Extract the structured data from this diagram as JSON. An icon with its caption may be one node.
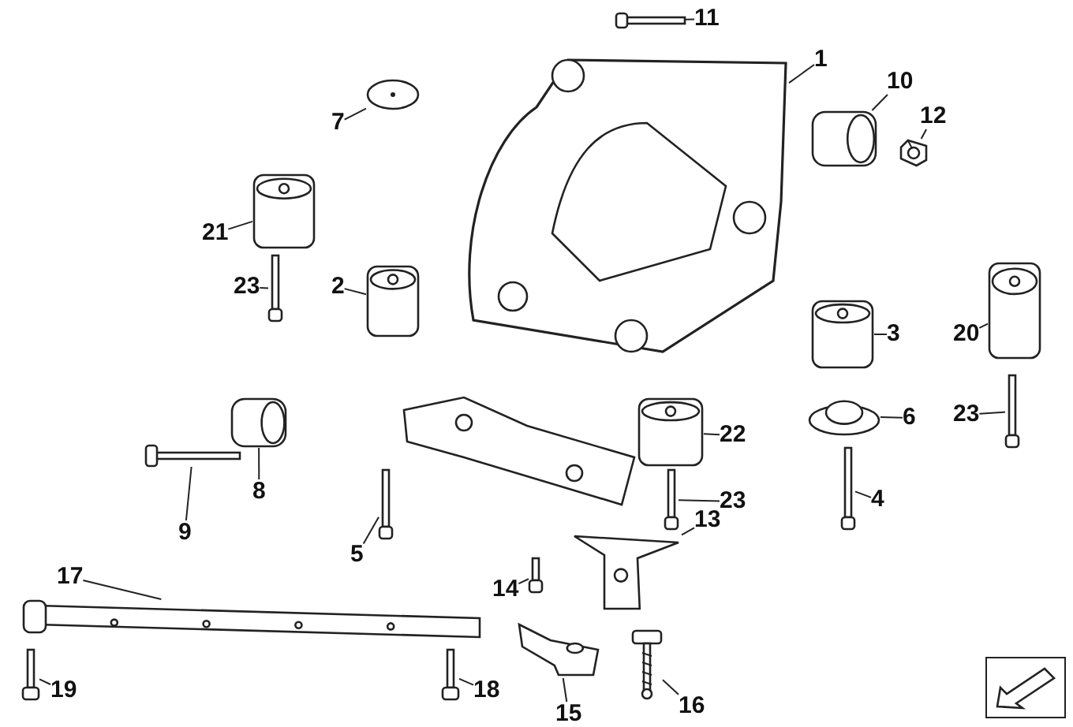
{
  "diagram": {
    "nodes": [
      {
        "text": [
          "1"
        ]
      },
      {
        "text": [
          "2"
        ]
      },
      {
        "text": [
          "3"
        ]
      },
      {
        "text": [
          "4"
        ]
      },
      {
        "text": [
          "5"
        ]
      },
      {
        "text": [
          "6"
        ]
      },
      {
        "text": [
          "7"
        ]
      },
      {
        "text": [
          "8"
        ]
      },
      {
        "text": [
          "9"
        ]
      },
      {
        "text": [
          "10"
        ]
      },
      {
        "text": [
          "11"
        ]
      },
      {
        "text": [
          "12"
        ]
      },
      {
        "text": [
          "13"
        ]
      },
      {
        "text": [
          "14"
        ]
      },
      {
        "text": [
          "15"
        ]
      },
      {
        "text": [
          "16"
        ]
      },
      {
        "text": [
          "17"
        ]
      },
      {
        "text": [
          "18"
        ]
      },
      {
        "text": [
          "19"
        ]
      },
      {
        "text": [
          "20"
        ]
      },
      {
        "text": [
          "21"
        ]
      },
      {
        "text": [
          "22"
        ]
      },
      {
        "text": [
          "23"
        ]
      },
      {
        "text": [
          "23"
        ]
      },
      {
        "text": [
          "23"
        ]
      },
      {
        "text": [],
        "shape": "picture"
      },
      {
        "text": [],
        "shape": "picture"
      },
      {
        "text": [],
        "shape": "picture"
      },
      {
        "text": [],
        "shape": "picture"
      },
      {
        "text": [],
        "shape": "picture"
      },
      {
        "text": [],
        "shape": "picture"
      },
      {
        "text": [],
        "shape": "picture"
      },
      {
        "text": [],
        "shape": "picture"
      },
      {
        "text": [],
        "shape": "picture"
      },
      {
        "text": [],
        "shape": "picture"
      },
      {
        "text": [],
        "shape": "picture"
      },
      {
        "text": [],
        "shape": "picture"
      },
      {
        "text": [],
        "shape": "picture"
      },
      {
        "text": [],
        "shape": "picture"
      },
      {
        "text": [],
        "shape": "picture"
      },
      {
        "text": [],
        "shape": "picture"
      },
      {
        "text": [],
        "shape": "picture"
      },
      {
        "text": [],
        "shape": "picture"
      },
      {
        "text": [],
        "shape": "picture"
      },
      {
        "text": [],
        "shape": "picture"
      },
      {
        "text": [],
        "shape": "picture"
      },
      {
        "text": [],
        "shape": "picture"
      },
      {
        "text": [],
        "shape": "picture"
      },
      {
        "text": [],
        "shape": "picture"
      },
      {
        "text": [],
        "shape": "picture"
      }
    ],
    "edges": [
      {
        "from": 0,
        "to": 25,
        "arrow": "none"
      },
      {
        "from": 1,
        "to": 26,
        "arrow": "none"
      },
      {
        "from": 2,
        "to": 27,
        "arrow": "none"
      },
      {
        "from": 3,
        "to": 28,
        "arrow": "none"
      },
      {
        "from": 4,
        "to": 29,
        "arrow": "none"
      },
      {
        "from": 5,
        "to": 30,
        "arrow": "none"
      },
      {
        "from": 6,
        "to": 31,
        "arrow": "none"
      },
      {
        "from": 7,
        "to": 32,
        "arrow": "none"
      },
      {
        "from": 8,
        "to": 33,
        "arrow": "none"
      },
      {
        "from": 9,
        "to": 34,
        "arrow": "none"
      },
      {
        "from": 10,
        "to": 35,
        "arrow": "none"
      },
      {
        "from": 11,
        "to": 36,
        "arrow": "none"
      },
      {
        "from": 12,
        "to": 37,
        "arrow": "none"
      },
      {
        "from": 13,
        "to": 38,
        "arrow": "none"
      },
      {
        "from": 14,
        "to": 39,
        "arrow": "none"
      },
      {
        "from": 15,
        "to": 40,
        "arrow": "none"
      },
      {
        "from": 16,
        "to": 41,
        "arrow": "none"
      },
      {
        "from": 17,
        "to": 42,
        "arrow": "none"
      },
      {
        "from": 18,
        "to": 43,
        "arrow": "none"
      },
      {
        "from": 19,
        "to": 44,
        "arrow": "none"
      },
      {
        "from": 20,
        "to": 45,
        "arrow": "none"
      },
      {
        "from": 21,
        "to": 46,
        "arrow": "none"
      },
      {
        "from": 22,
        "to": 47,
        "arrow": "none"
      },
      {
        "from": 23,
        "to": 48,
        "arrow": "none"
      },
      {
        "from": 24,
        "to": 49,
        "arrow": "none"
      }
    ]
  }
}
